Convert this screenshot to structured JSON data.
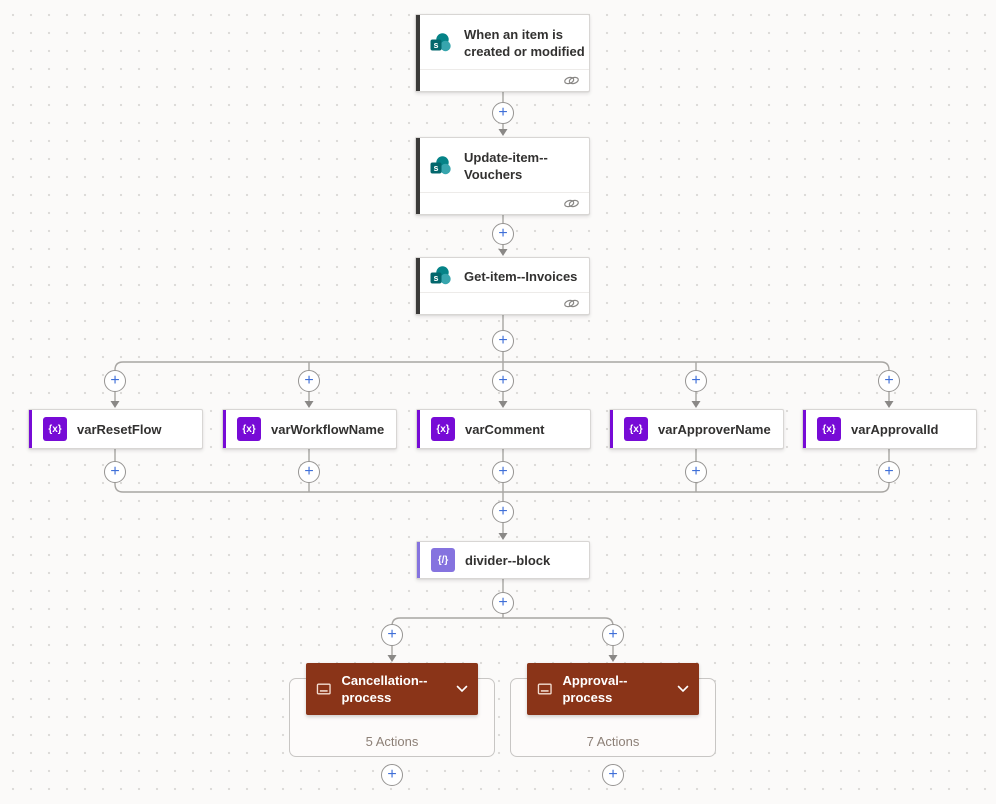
{
  "ui": {
    "plus": "+"
  },
  "icons": {
    "sharepoint_badge": "s",
    "sharepoint": "sharepoint-logo",
    "connection": "link-rings",
    "chevron": "chevron-down",
    "scope": "scope-box"
  },
  "trigger": {
    "title": "When an item is created or modified"
  },
  "update_item": {
    "title": "Update-item--Vouchers"
  },
  "get_item": {
    "title": "Get-item--Invoices"
  },
  "variables": [
    {
      "title": "varResetFlow",
      "icon": "{x}"
    },
    {
      "title": "varWorkflowName",
      "icon": "{x}"
    },
    {
      "title": "varComment",
      "icon": "{x}"
    },
    {
      "title": "varApproverName",
      "icon": "{x}"
    },
    {
      "title": "varApprovalId",
      "icon": "{x}"
    }
  ],
  "divider": {
    "title": "divider--block",
    "icon": "{/}"
  },
  "scopes": [
    {
      "title": "Cancellation--process",
      "actions": "5 Actions"
    },
    {
      "title": "Approval--process",
      "actions": "7 Actions"
    }
  ],
  "colors": {
    "sharepoint_teal": "#03787c",
    "variable_purple": "#770bd6",
    "compose_purple": "#8573df",
    "scope_brown": "#8a3418",
    "connector_gray": "#a8a6a3",
    "plus_blue": "#3f6fd8",
    "canvas_bg": "#fbfaf9"
  }
}
